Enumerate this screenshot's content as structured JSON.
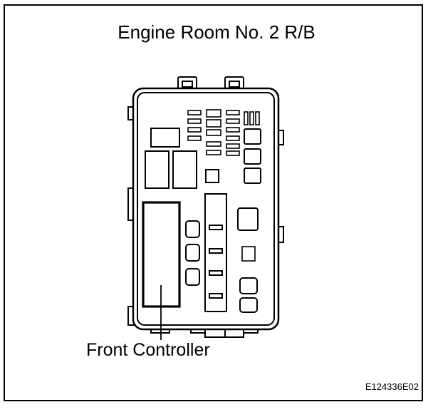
{
  "title": "Engine Room No. 2 R/B",
  "callout": {
    "label": "Front Controller"
  },
  "figure_code": "E124336E02"
}
